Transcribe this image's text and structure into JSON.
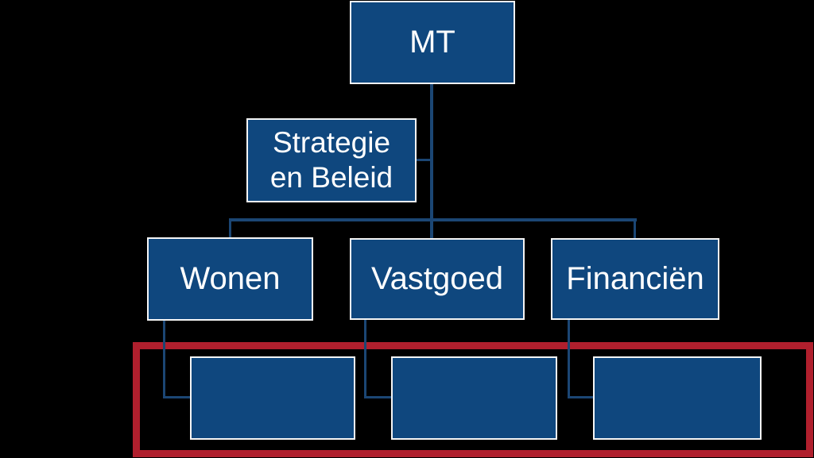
{
  "colors": {
    "background": "#000000",
    "box_fill": "#0f477e",
    "box_border": "#f5f5f5",
    "connector": "#1b4674",
    "highlight_border": "#b01f2d",
    "text": "#ffffff"
  },
  "org_chart": {
    "root": {
      "label": "MT"
    },
    "staff_unit": {
      "label": "Strategie\nen Beleid"
    },
    "departments": [
      {
        "label": "Wonen"
      },
      {
        "label": "Vastgoed"
      },
      {
        "label": "Financiën"
      }
    ],
    "sub_units": [
      {
        "label": ""
      },
      {
        "label": ""
      },
      {
        "label": ""
      }
    ]
  }
}
